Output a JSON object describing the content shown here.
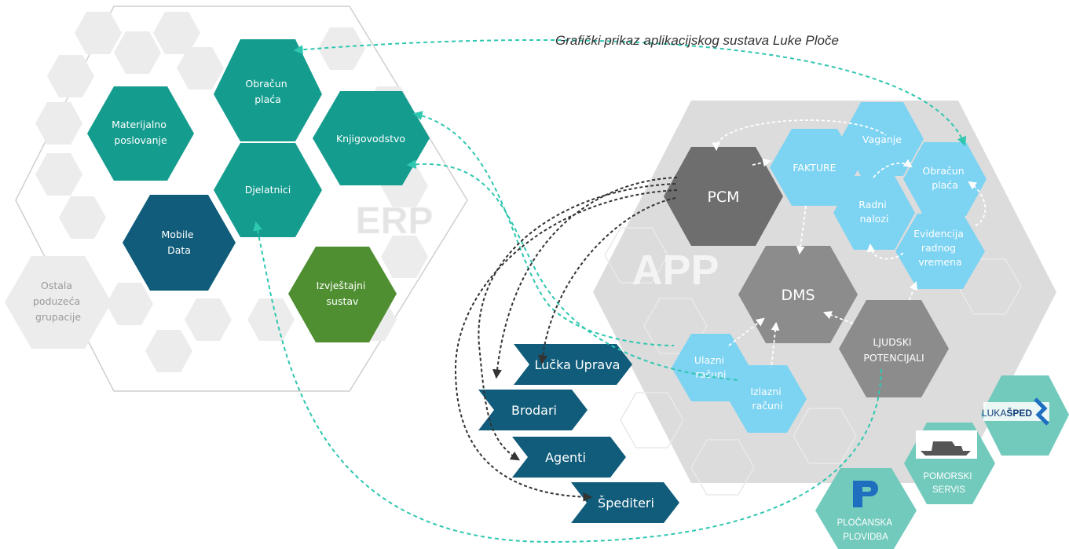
{
  "title": "Grafički prikaz aplikacijskog sustava Luke Ploče",
  "erp": {
    "word": "ERP",
    "obracun_place": [
      "Obračun",
      "plaća"
    ],
    "materijalno": [
      "Materijalno",
      "poslovanje"
    ],
    "knjigovodstvo": [
      "Knjigovodstvo"
    ],
    "djelatnici": [
      "Djelatnici"
    ],
    "mobile_data": [
      "Mobile",
      "Data"
    ],
    "izvjestajni": [
      "Izvještajni",
      "sustav"
    ]
  },
  "ostala": [
    "Ostala",
    "poduzeća",
    "grupacije"
  ],
  "app": {
    "word": "APP",
    "pcm": [
      "PCM"
    ],
    "fakture": [
      "FAKTURE"
    ],
    "vaganje": [
      "Vaganje"
    ],
    "obracun_place": [
      "Obračun",
      "plaća"
    ],
    "radni_nalozi": [
      "Radni",
      "nalozi"
    ],
    "evidencija": [
      "Evidencija",
      "radnog",
      "vremena"
    ],
    "dms": [
      "DMS"
    ],
    "ljudski": [
      "LJUDSKI",
      "POTENCIJALI"
    ],
    "ulazni": [
      "Ulazni",
      "računi"
    ],
    "izlazni": [
      "Izlazni",
      "računi"
    ]
  },
  "partners": [
    "Lučka Uprava",
    "Brodari",
    "Agenti",
    "Špediteri"
  ],
  "companies": {
    "lukasped": [
      "LUKA",
      "ŠPED"
    ],
    "pomorski": [
      "POMORSKI",
      "SERVIS"
    ],
    "plocanska": [
      "PLOČANSKA",
      "PLOVIDBA"
    ]
  },
  "colors": {
    "teal": "#149c8e",
    "navy": "#105c7a",
    "green": "#4f8f31",
    "light_blue": "#7dd3f2",
    "grey_dark": "#6e6e6e",
    "grey_mid": "#8c8c8c",
    "cyan_dashed": "#2ec7b0",
    "black_dashed": "#333333"
  }
}
